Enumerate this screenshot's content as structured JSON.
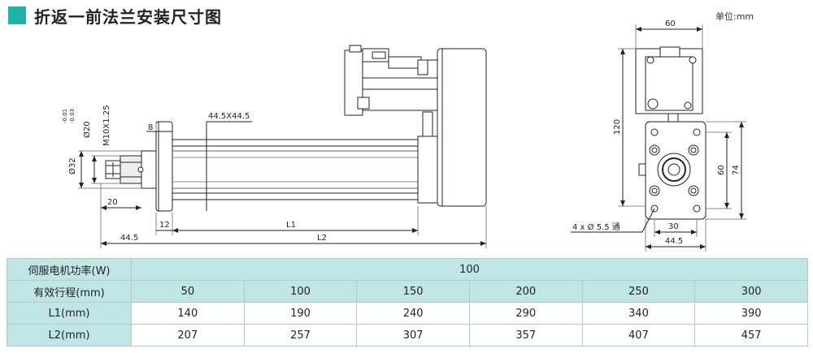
{
  "title": "折返一前法兰安装尺寸图",
  "unit": "单位:mm",
  "colors": {
    "accent": "#1fb2a6",
    "header_bg": "#bfe6e4"
  },
  "side_view": {
    "dim_32": "Ø32",
    "dim_32_tol_upper": "-0.01",
    "dim_32_tol_lower": "-0.03",
    "dim_20": "Ø20",
    "dim_thread": "M10X1.25",
    "dim_8": "8",
    "dim_square": "44.5X44.5",
    "dim_20_len": "20",
    "dim_12": "12",
    "dim_L1": "L1",
    "dim_44_5": "44.5",
    "dim_L2": "L2"
  },
  "front_view": {
    "dim_60_top": "60",
    "dim_120": "120",
    "dim_60_side": "60",
    "dim_74": "74",
    "dim_30": "30",
    "dim_44_5": "44.5",
    "holes": "4 x  Ø 5.5 通"
  },
  "table": {
    "rows": [
      {
        "label": "伺服电机功率(W)",
        "values": [
          "100"
        ]
      },
      {
        "label": "有效行程(mm)",
        "values": [
          "50",
          "100",
          "150",
          "200",
          "250",
          "300"
        ]
      },
      {
        "label": "L1(mm)",
        "values": [
          "140",
          "190",
          "240",
          "290",
          "340",
          "390"
        ]
      },
      {
        "label": "L2(mm)",
        "values": [
          "207",
          "257",
          "307",
          "357",
          "407",
          "457"
        ]
      }
    ]
  }
}
